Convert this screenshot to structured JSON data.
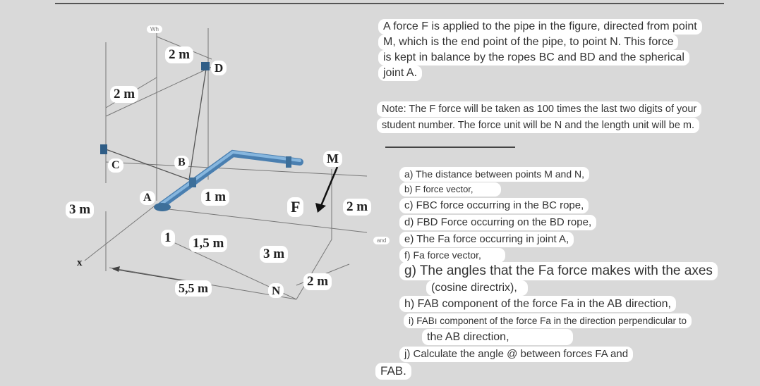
{
  "figure": {
    "labels": {
      "wh": "Wh",
      "two_m_top": "2 m",
      "two_m_left": "2 m",
      "d": "D",
      "c": "C",
      "b": "B",
      "a": "A",
      "one_m_mid": "1 m",
      "three_m_left": "3 m",
      "f": "F",
      "m": "M",
      "two_m_right": "2 m",
      "one_m_low": "1",
      "one_five_m": "1,5 m",
      "three_m_low": "3 m",
      "x_axis": "x",
      "five_five_m": "5,5 m",
      "n": "N",
      "two_m_low": "2 m",
      "and": "and"
    }
  },
  "problem": {
    "paragraph_lines": [
      "A force F is applied to the pipe in the figure, directed from point",
      "M, which is the end point of the pipe, to point N. This force",
      "is kept in balance by the ropes BC and BD and the spherical",
      "joint A."
    ],
    "note_lines": [
      "Note: The F force will be taken as 100 times the last two digits of your",
      "student number. The force unit will be N and the length unit will be m."
    ],
    "questions": [
      "a) The distance between points M and N,",
      "b)    F force vector,",
      "c)   FBC force occurring in the BC rope,",
      "d) FBD Force occurring on the BD rope,",
      "e) The Fa force occurring in joint A,",
      "f) Fa force vector,",
      "g) The angles that the Fa force makes with the axes",
      "(cosine directrix),",
      "h) FAB component of the force Fa in the AB direction,",
      "i) FABı component of the force Fa in the direction perpendicular to",
      "the AB direction,",
      "j) Calculate the angle @ between forces FA and",
      "FAB."
    ]
  }
}
